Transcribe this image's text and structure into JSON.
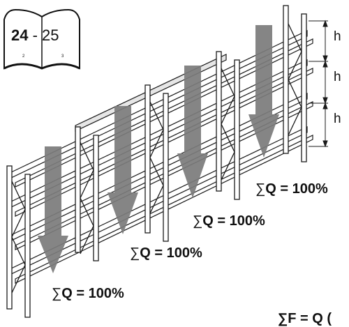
{
  "book_icon": {
    "page_from": "24",
    "separator": " - ",
    "page_to": "25",
    "left_page_number": "2",
    "right_page_number": "3"
  },
  "height_labels": [
    "h",
    "h",
    "h"
  ],
  "load_labels": [
    {
      "symbol": "∑",
      "text": "Q = 100%"
    },
    {
      "symbol": "∑",
      "text": "Q = 100%"
    },
    {
      "symbol": "∑",
      "text": "Q = 100%"
    },
    {
      "symbol": "∑",
      "text": "Q = 100%"
    }
  ],
  "cropped_label": "∑F = Q (",
  "colors": {
    "arrow": "#7b7b7b",
    "line": "#1a1a1a",
    "beam_fill": "#ffffff"
  }
}
